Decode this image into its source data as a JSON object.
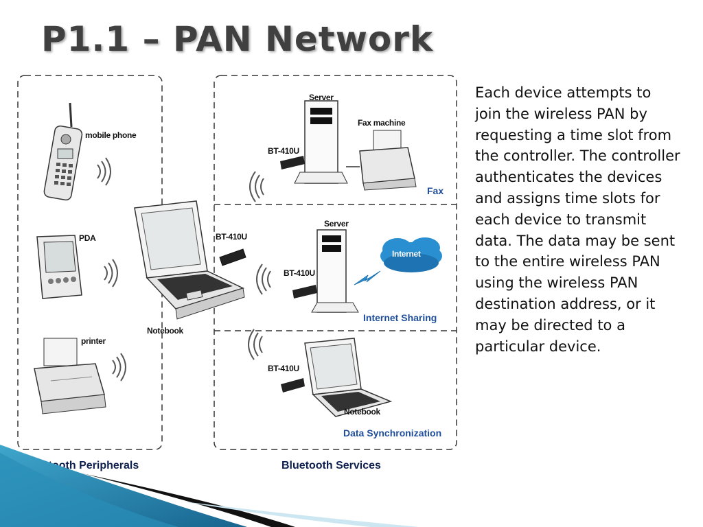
{
  "title": "P1.1 – PAN Network",
  "description": "Each device attempts to join the wireless PAN by requesting a time slot from the controller. The controller authenticates the devices and assigns time slots for each device to transmit data. The data may be sent to the entire wireless PAN using the wireless PAN destination address, or it may be directed to a particular device.",
  "diagram": {
    "peripherals_caption": "Bluetooth Peripherals",
    "services_caption": "Bluetooth Services",
    "peripherals": {
      "mobile_phone": "mobile phone",
      "pda": "PDA",
      "printer": "printer"
    },
    "center_notebook": {
      "label": "Notebook",
      "dongle": "BT-410U"
    },
    "fax_panel": {
      "server": "Server",
      "fax_machine": "Fax machine",
      "dongle": "BT-410U",
      "caption": "Fax"
    },
    "internet_panel": {
      "server": "Server",
      "dongle": "BT-410U",
      "cloud": "Internet",
      "caption": "Internet Sharing"
    },
    "sync_panel": {
      "dongle": "BT-410U",
      "notebook": "Notebook",
      "caption": "Data Synchronization"
    }
  },
  "colors": {
    "title": "#404040",
    "caption_blue": "#1f4e9c",
    "caption_dark": "#0d1f4e",
    "cloud": "#2a8fd0",
    "deco_teal": "#2a8fb8"
  }
}
